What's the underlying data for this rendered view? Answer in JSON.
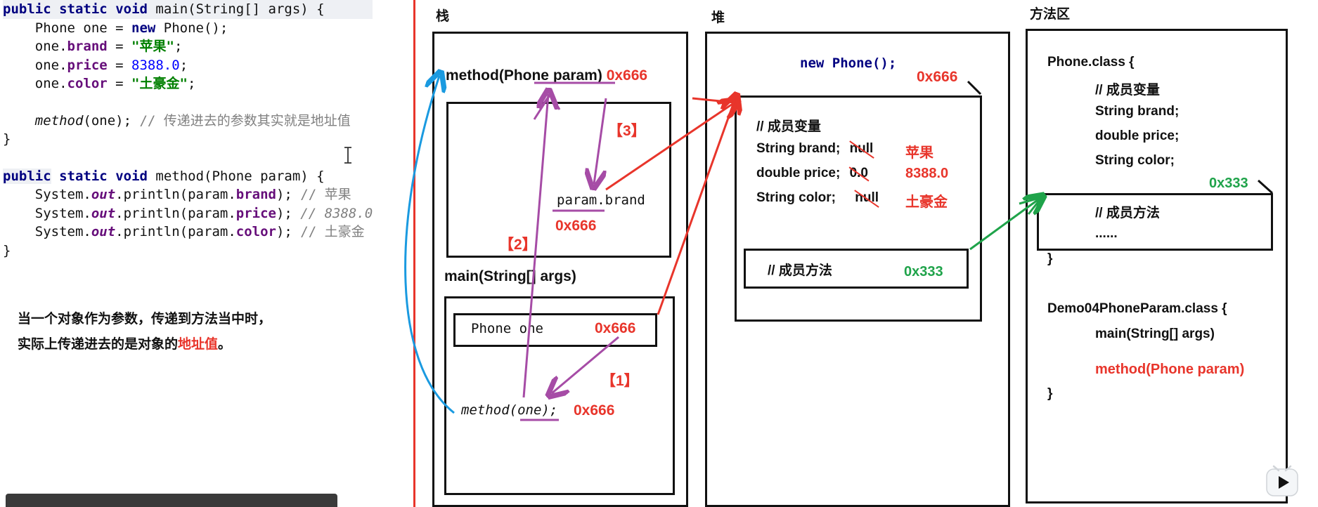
{
  "code": {
    "l1": {
      "kw1": "public",
      "kw2": "static",
      "kw3": "void",
      "rest": " main(String[] args) {"
    },
    "l2": {
      "pre": "    Phone one = ",
      "kw": "new",
      "post": " Phone();"
    },
    "l3": {
      "pre": "    one.",
      "field": "brand",
      "eq": " = ",
      "str": "\"苹果\"",
      "end": ";"
    },
    "l4": {
      "pre": "    one.",
      "field": "price",
      "eq": " = ",
      "num": "8388.0",
      "end": ";"
    },
    "l5": {
      "pre": "    one.",
      "field": "color",
      "eq": " = ",
      "str": "\"土豪金\"",
      "end": ";"
    },
    "l6": {
      "pre": "    ",
      "call": "method",
      "args": "(one); ",
      "comment": "// 传递进去的参数其实就是地址值"
    },
    "l7": "}",
    "l8": {
      "kw1": "public",
      "kw2": "static",
      "kw3": "void",
      "rest": " method(Phone param) {"
    },
    "l9": {
      "pre": "    System.",
      "out": "out",
      "mid": ".println(param.",
      "field": "brand",
      "end": "); ",
      "comment": "// 苹果"
    },
    "l10": {
      "pre": "    System.",
      "out": "out",
      "mid": ".println(param.",
      "field": "price",
      "end": "); ",
      "comment": "// 8388.0"
    },
    "l11": {
      "pre": "    System.",
      "out": "out",
      "mid": ".println(param.",
      "field": "color",
      "end": "); ",
      "comment": "// 土豪金"
    },
    "l12": "}"
  },
  "note": {
    "line1": "当一个对象作为参数，传递到方法当中时，",
    "line2_pre": "实际上传递进去的是对象的",
    "line2_hl": "地址值",
    "line2_post": "。"
  },
  "stack": {
    "title": "栈",
    "method_label": "method(Phone param)",
    "method_addr": "0x666",
    "param_expr": "param.brand",
    "param_addr": "0x666",
    "step3": "【3】",
    "step2": "【2】",
    "main_label": "main(String[] args)",
    "phone_var": "Phone one",
    "phone_addr": "0x666",
    "step1": "【1】",
    "call_expr": "method(one);",
    "call_addr": "0x666"
  },
  "heap": {
    "title": "堆",
    "new_expr": "new Phone();",
    "obj_addr": "0x666",
    "fields_comment": "// 成员变量",
    "f1_decl": "String brand;",
    "f1_old": "null",
    "f1_new": "苹果",
    "f2_decl": "double price;",
    "f2_old": "0.0",
    "f2_new": "8388.0",
    "f3_decl": "String color;",
    "f3_old": "null",
    "f3_new": "土豪金",
    "methods_comment": "// 成员方法",
    "methods_addr": "0x333"
  },
  "method_area": {
    "title": "方法区",
    "class1": "Phone.class {",
    "c1_comment": "// 成员变量",
    "c1_f1": "String brand;",
    "c1_f2": "double price;",
    "c1_f3": "String color;",
    "c1_addr": "0x333",
    "c1_methods_comment": "// 成员方法",
    "c1_methods_body": "......",
    "c1_close": "}",
    "class2": "Demo04PhoneParam.class {",
    "c2_main": "main(String[] args)",
    "c2_method": "method(Phone param)",
    "c2_close": "}"
  },
  "colors": {
    "red": "#e8352b",
    "blue": "#1a9ae0",
    "purple": "#a64ca6",
    "green": "#1fa34a"
  },
  "icons": [
    "text-cursor-icon",
    "play-icon"
  ]
}
